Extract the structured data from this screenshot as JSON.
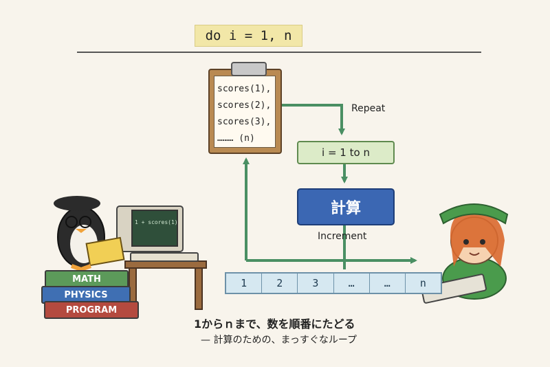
{
  "header": {
    "code": "do  i  =  1, n"
  },
  "clipboard": {
    "lines": [
      "scores(1),",
      "scores(2),",
      "scores(3),",
      "……… (n)"
    ]
  },
  "flow": {
    "repeat_label": "Repeat",
    "loop_range": "i = 1 to n",
    "calc_label": "計算",
    "increment_label": "Increment"
  },
  "strip": {
    "cells": [
      "1",
      "2",
      "3",
      "…",
      "…",
      "n"
    ]
  },
  "monitor": {
    "text": "1 + scores(1)"
  },
  "books": {
    "math": "MATH",
    "physics": "PHYSICS",
    "program": "PROGRAM"
  },
  "caption": {
    "line1": "1からｎまで、数を順番にたどる",
    "line2": "— 計算のための、まっすぐなループ"
  },
  "colors": {
    "arrow": "#4a8f63",
    "calc_box": "#3b67b3",
    "loop_box": "#dcebc8",
    "strip": "#d6e8f1"
  }
}
